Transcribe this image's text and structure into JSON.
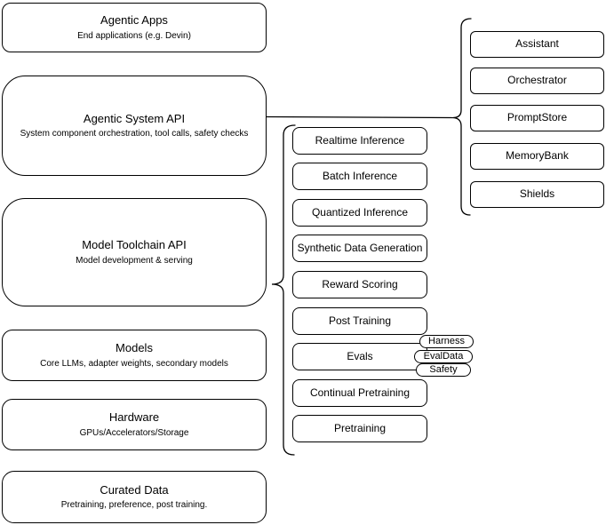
{
  "colors": {
    "stroke": "#000000",
    "background": "#ffffff",
    "text": "#000000"
  },
  "left_stack": {
    "items": [
      {
        "title": "Agentic Apps",
        "subtitle": "End applications (e.g. Devin)"
      },
      {
        "title": "Agentic System API",
        "subtitle": "System component orchestration, tool calls, safety checks"
      },
      {
        "title": "Model Toolchain API",
        "subtitle": "Model development & serving"
      },
      {
        "title": "Models",
        "subtitle": "Core LLMs, adapter weights, secondary models"
      },
      {
        "title": "Hardware",
        "subtitle": "GPUs/Accelerators/Storage"
      },
      {
        "title": "Curated Data",
        "subtitle": "Pretraining, preference, post training."
      }
    ]
  },
  "toolchain_group": {
    "items": [
      "Realtime Inference",
      "Batch Inference",
      "Quantized Inference",
      "Synthetic Data Generation",
      "Reward Scoring",
      "Post Training",
      "Evals",
      "Continual Pretraining",
      "Pretraining"
    ]
  },
  "evals_badges": [
    "Harness",
    "EvalData",
    "Safety"
  ],
  "system_components_group": {
    "items": [
      "Assistant",
      "Orchestrator",
      "PromptStore",
      "MemoryBank",
      "Shields"
    ]
  }
}
